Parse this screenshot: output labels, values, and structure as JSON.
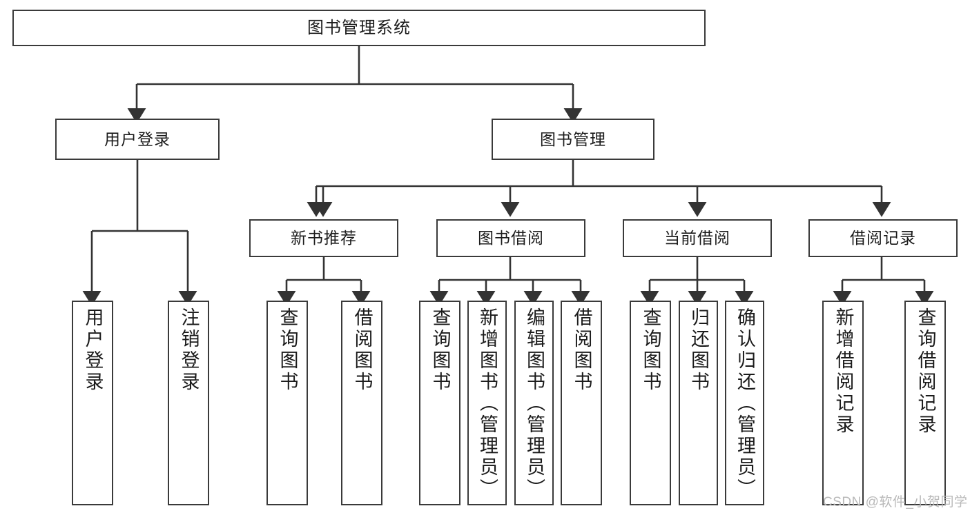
{
  "diagram": {
    "title": "图书管理系统",
    "type": "tree-hierarchy",
    "watermark": "CSDN @软件_小贺同学",
    "colors": {
      "node_border": "#3a3a3a",
      "node_fill": "#ffffff",
      "edge": "#333333",
      "text": "#1b1b1b",
      "watermark": "#b9b9b9",
      "background": "#ffffff"
    },
    "levels": {
      "root": {
        "label": "图书管理系统"
      },
      "level1": [
        {
          "label": "用户登录"
        },
        {
          "label": "图书管理"
        }
      ],
      "level2": [
        {
          "label": "新书推荐"
        },
        {
          "label": "图书借阅"
        },
        {
          "label": "当前借阅"
        },
        {
          "label": "借阅记录"
        }
      ],
      "leaves_user_login": [
        {
          "label": "用户登录"
        },
        {
          "label": "注销登录"
        }
      ],
      "leaves_new_books": [
        {
          "label": "查询图书"
        },
        {
          "label": "借阅图书"
        }
      ],
      "leaves_borrow": [
        {
          "label": "查询图书"
        },
        {
          "label": "新增图书（管理员）"
        },
        {
          "label": "编辑图书（管理员）"
        },
        {
          "label": "借阅图书"
        }
      ],
      "leaves_current": [
        {
          "label": "查询图书"
        },
        {
          "label": "归还图书"
        },
        {
          "label": "确认归还（管理员）"
        }
      ],
      "leaves_records": [
        {
          "label": "新增借阅记录"
        },
        {
          "label": "查询借阅记录"
        }
      ]
    }
  }
}
